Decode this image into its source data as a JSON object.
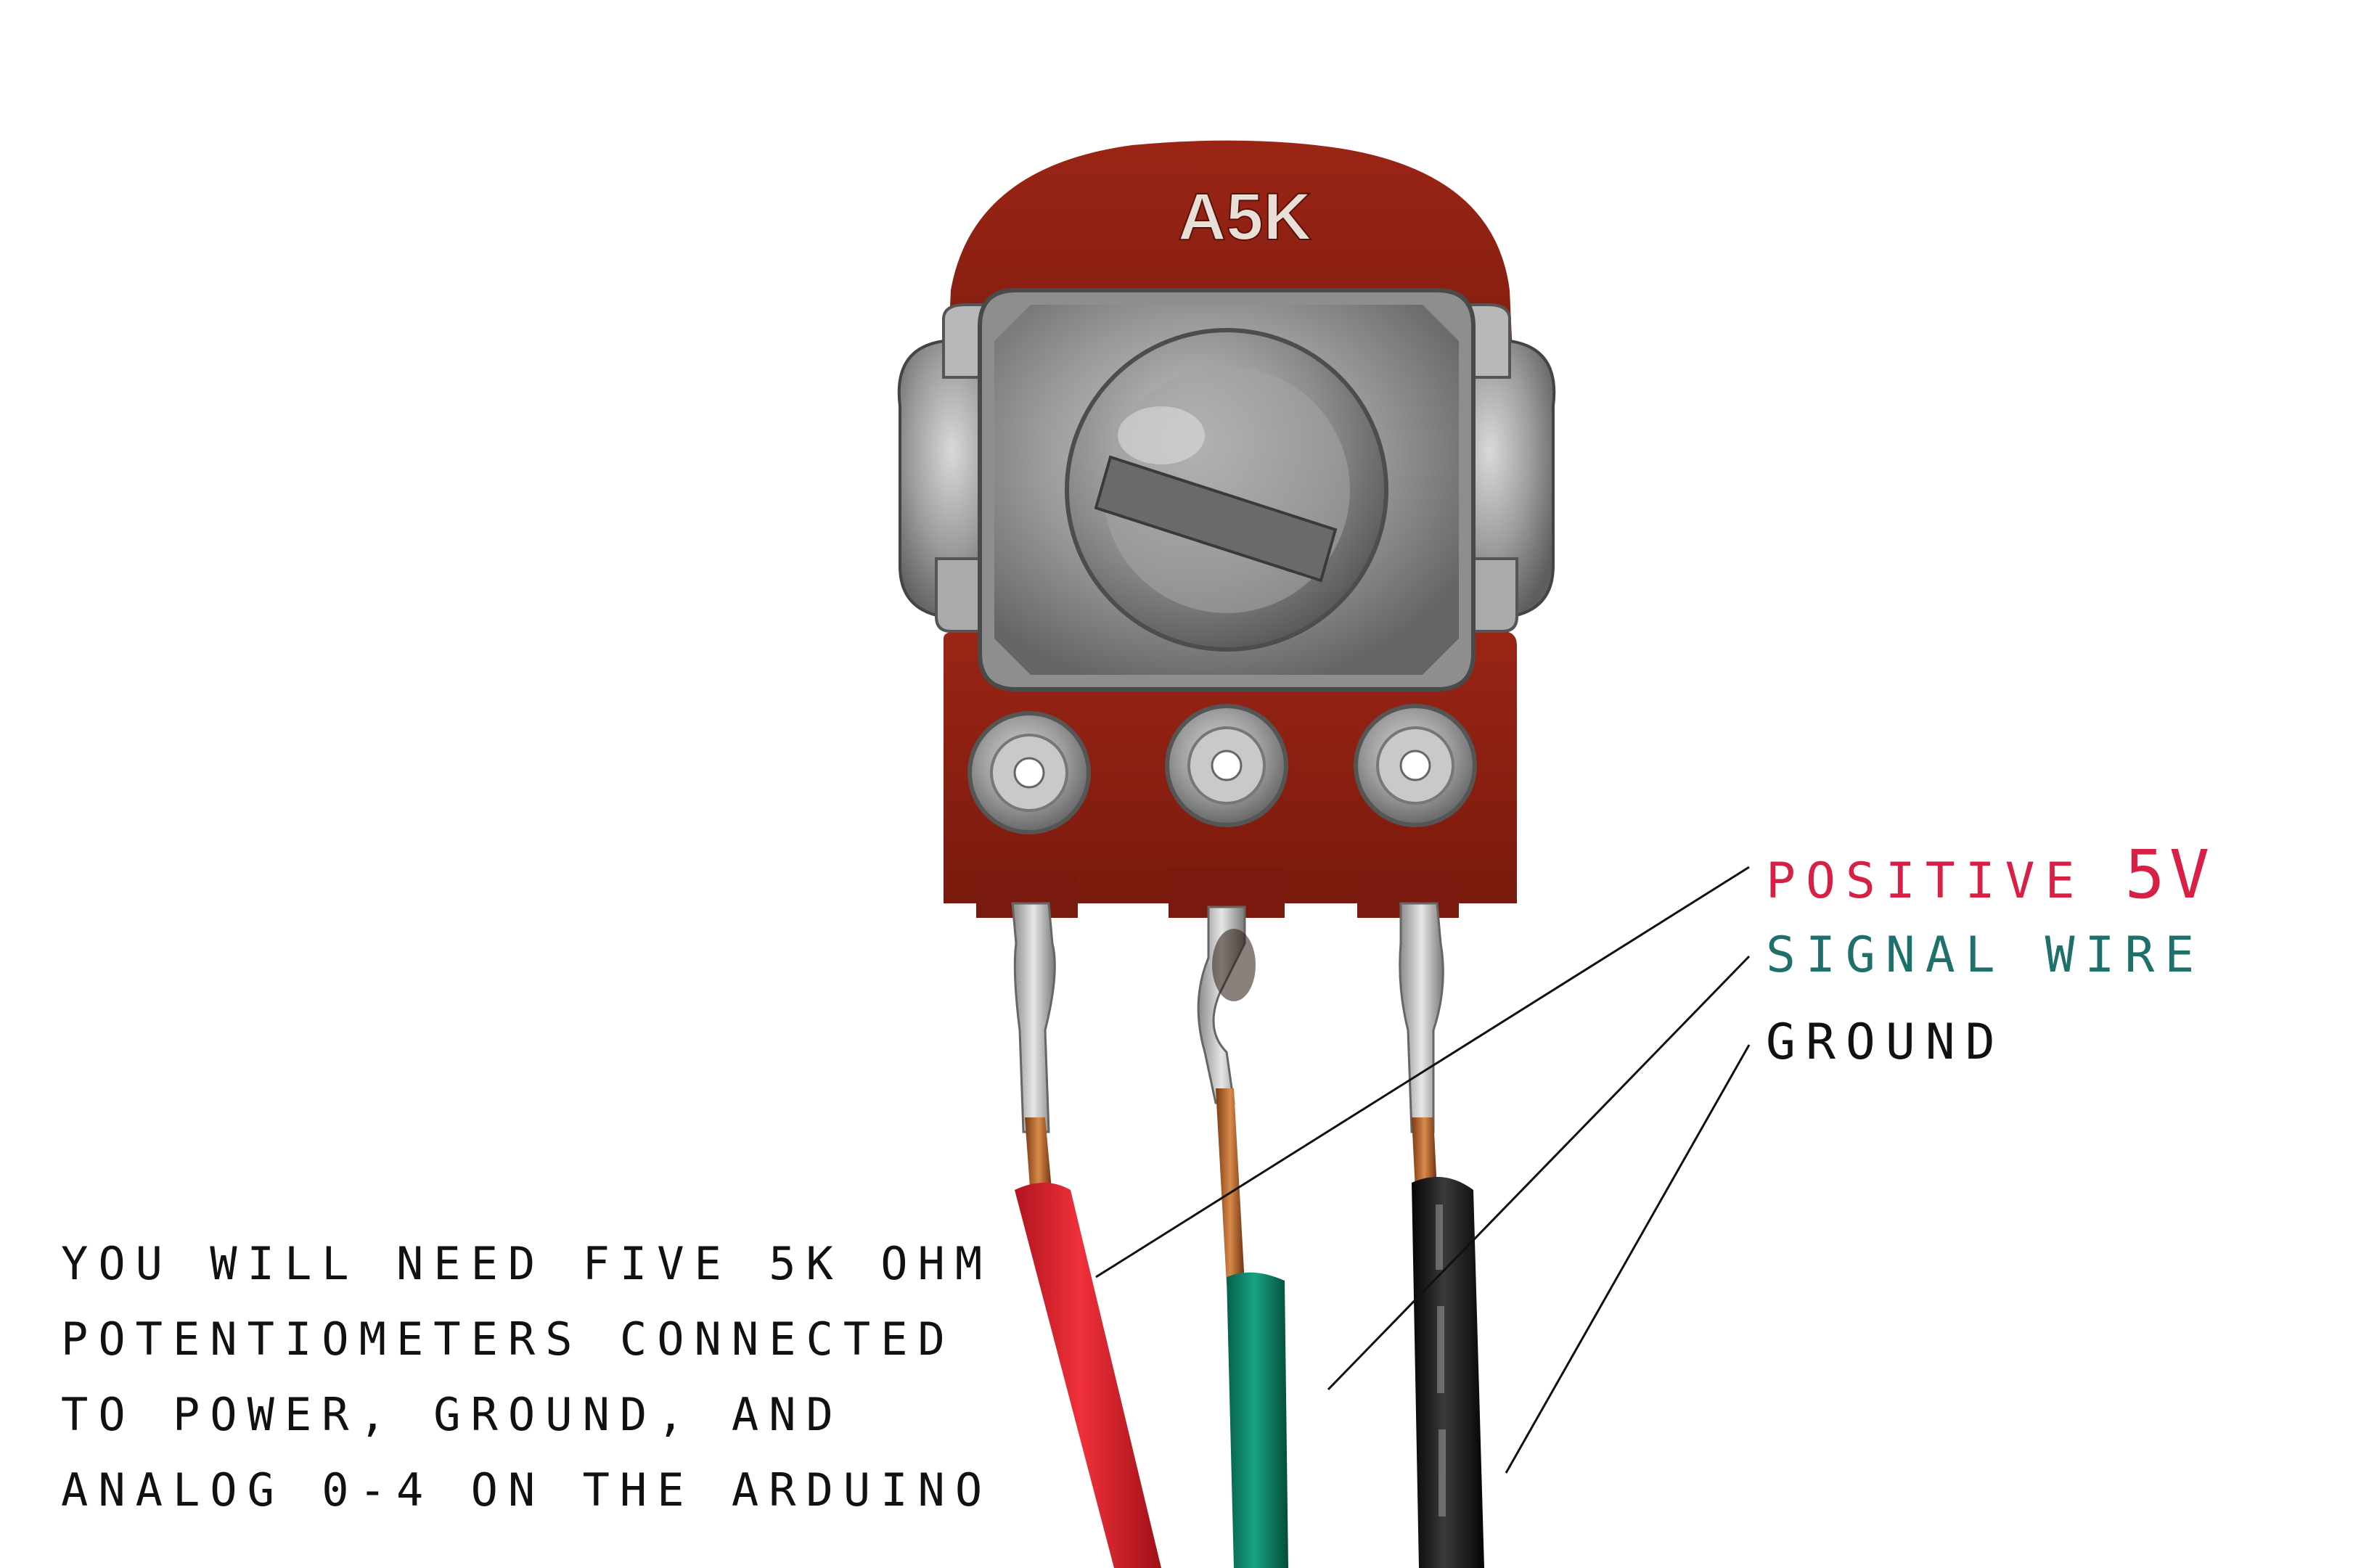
{
  "photo": {
    "component_marking": "A5K"
  },
  "labels": {
    "positive": {
      "text": "positive",
      "value": "5V",
      "color": "#d81f45"
    },
    "signal": {
      "text": "signal wire",
      "color": "#1f6f6a"
    },
    "ground": {
      "text": "ground",
      "color": "#111111"
    }
  },
  "note": {
    "lines": [
      "you will need five 5K OHM",
      "potentiometers connected",
      "to power, ground, and",
      "analog 0-4 on the arduino"
    ]
  },
  "colors": {
    "pcb_red": "#8d1f12",
    "metal": "#9a9a9a",
    "wire_red": "#e0212c",
    "wire_green": "#0e8a6a",
    "wire_black": "#1a1a1a",
    "copper": "#b86a2a",
    "background": "#ffffff"
  }
}
